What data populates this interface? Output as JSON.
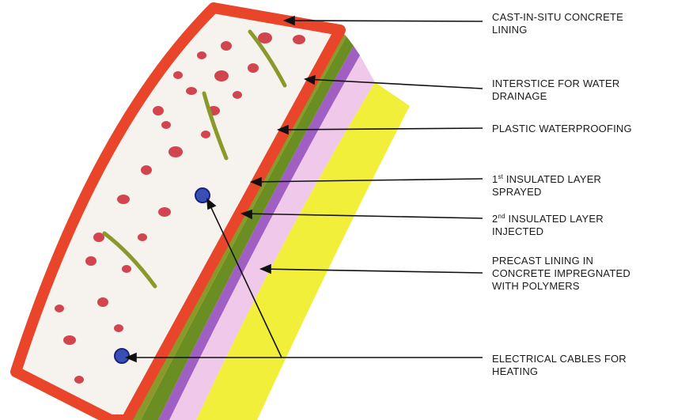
{
  "labels": {
    "cast_in_situ": {
      "line1": "CAST-IN-SITU CONCRETE",
      "line2": "LINING"
    },
    "interstice": {
      "line1": "INTERSTICE FOR WATER",
      "line2": "DRAINAGE"
    },
    "waterproofing": {
      "line1": "PLASTIC WATERPROOFING"
    },
    "insulated_1": {
      "num": "1",
      "sup": "st",
      "rest": " INSULATED LAYER",
      "line2": "SPRAYED"
    },
    "insulated_2": {
      "num": "2",
      "sup": "nd",
      "rest": " INSULATED LAYER",
      "line2": "INJECTED"
    },
    "precast": {
      "line1": "PRECAST LINING IN",
      "line2": "CONCRETE IMPREGNATED",
      "line3": "WITH POLYMERS"
    },
    "cables": {
      "line1": "ELECTRICAL CABLES FOR",
      "line2": "HEATING"
    }
  },
  "colors": {
    "concrete_outer": "#e8452a",
    "concrete_fill": "#f6f3ee",
    "aggregate": "#d2454e",
    "drainage": "#8a9a2a",
    "waterproofing": "#6b8e23",
    "insulation_sprayed": "#a05fc3",
    "insulation_injected": "#f0c8ea",
    "cell_dot": "#e690d2",
    "precast": "#f2ef3a",
    "cable": "#3a4fb5",
    "leader_line": "#111111"
  }
}
